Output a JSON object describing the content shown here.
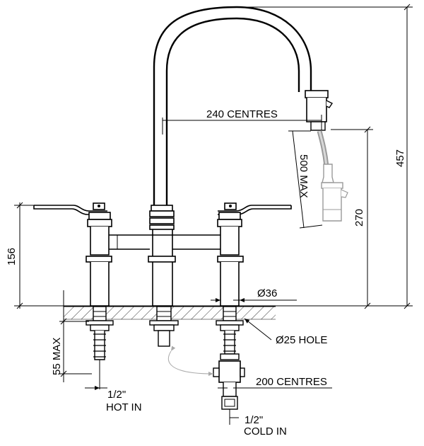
{
  "diagram": {
    "dimensions": {
      "spout_centres": "240 CENTRES",
      "hose_length": "500 MAX",
      "spout_height": "270",
      "overall_height": "457",
      "handle_height": "156",
      "body_diameter": "Ø36",
      "hole_diameter": "Ø25 HOLE",
      "shank_length": "55 MAX",
      "inlet_centres": "200 CENTRES"
    },
    "connections": {
      "hot_size": "1/2\"",
      "hot_label": "HOT IN",
      "cold_size": "1/2\"",
      "cold_label": "COLD IN"
    }
  }
}
